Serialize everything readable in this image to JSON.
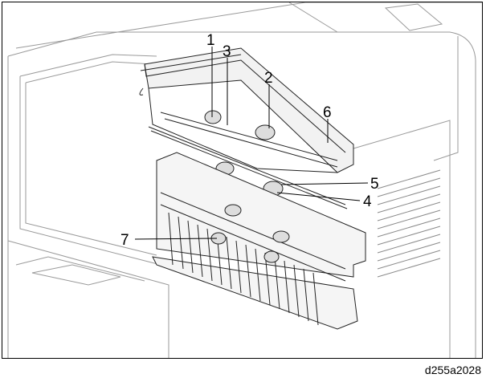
{
  "figure": {
    "callouts": [
      {
        "label": "1"
      },
      {
        "label": "3"
      },
      {
        "label": "2"
      },
      {
        "label": "6"
      },
      {
        "label": "5"
      },
      {
        "label": "4"
      },
      {
        "label": "7"
      }
    ],
    "figure_id": "d255a2028"
  }
}
